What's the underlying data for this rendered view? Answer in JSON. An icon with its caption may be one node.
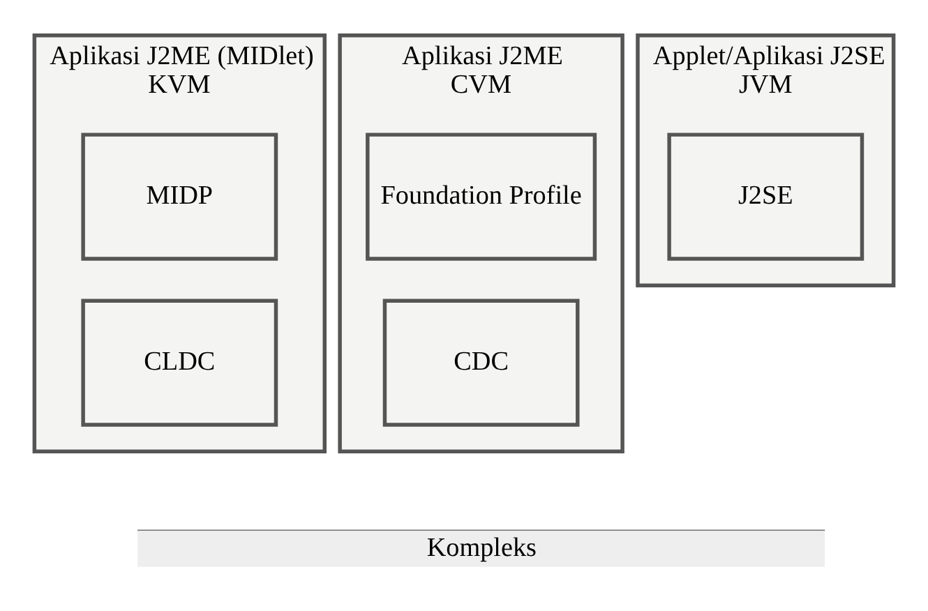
{
  "diagram": {
    "nodes": [
      {
        "text": [
          "Aplikasi J2ME (MIDlet)",
          "KVM"
        ]
      },
      {
        "text": [
          "MIDP"
        ],
        "in": 0
      },
      {
        "text": [
          "CLDC"
        ],
        "in": 0
      },
      {
        "text": [
          "Aplikasi J2ME",
          "CVM"
        ]
      },
      {
        "text": [
          "Foundation Profile"
        ],
        "in": 3
      },
      {
        "text": [
          "CDC"
        ],
        "in": 3
      },
      {
        "text": [
          "Applet/Aplikasi J2SE",
          "JVM"
        ]
      },
      {
        "text": [
          "J2SE"
        ],
        "in": 6
      }
    ],
    "edges": [],
    "labels": [
      "Kompleks"
    ]
  }
}
